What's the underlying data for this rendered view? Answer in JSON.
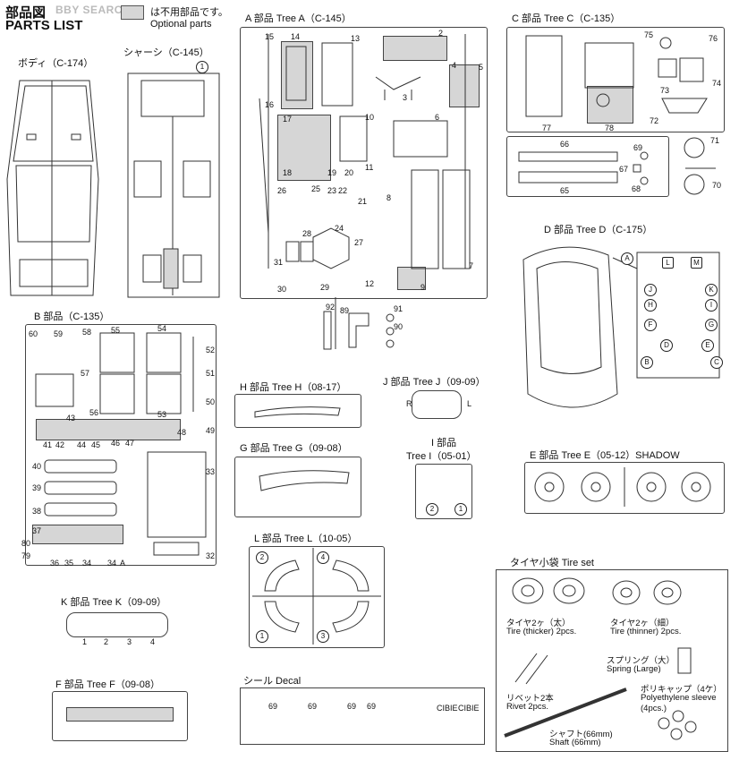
{
  "header": {
    "title_jp": "部品図",
    "title_en": "PARTS LIST",
    "watermark": "BBY SEARCH",
    "legend_jp": "は不用部品です。",
    "legend_en": "Optional parts"
  },
  "sections": {
    "body": "ボディ（C-174）",
    "chassis": "シャーシ（C-145）",
    "tree_a": "A 部品 Tree A（C-145）",
    "tree_c": "C 部品 Tree C（C-135）",
    "tree_d": "D 部品 Tree D（C-175）",
    "tree_b": "B 部品（C-135）",
    "tree_h": "H 部品 Tree H（08-17）",
    "tree_j": "J 部品 Tree J（09-09）",
    "tree_i_1": "I 部品",
    "tree_i_2": "Tree I（05-01）",
    "tree_g": "G 部品 Tree G（09-08）",
    "tree_e": "E 部品 Tree E（05-12）SHADOW",
    "tree_l": "L 部品 Tree L（10-05）",
    "tree_k": "K 部品 Tree K（09-09）",
    "tree_f": "F 部品 Tree F（09-08）",
    "decal": "シール Decal",
    "tire_set": "タイヤ小袋 Tire set"
  },
  "tire_set": {
    "thick_jp": "タイヤ2ヶ（太）",
    "thick_en": "Tire (thicker) 2pcs.",
    "thin_jp": "タイヤ2ヶ（細）",
    "thin_en": "Tire (thinner) 2pcs.",
    "spring_jp": "スプリング（大）",
    "spring_en": "Spring (Large)",
    "rivet_jp": "リベット2本",
    "rivet_en": "Rivet 2pcs.",
    "poly_jp": "ポリキャップ（4ケ）",
    "poly_en": "Polyethylene sleeve",
    "poly_qty": "(4pcs.)",
    "shaft_jp": "シャフト(66mm)",
    "shaft_en": "Shaft (66mm)"
  },
  "labels": {
    "chassis_1": "1",
    "a": [
      "15",
      "14",
      "13",
      "2",
      "16",
      "4",
      "5",
      "3",
      "17",
      "10",
      "6",
      "18",
      "19",
      "20",
      "11",
      "26",
      "25",
      "23",
      "22",
      "21",
      "8",
      "24",
      "28",
      "27",
      "31",
      "7",
      "30",
      "29",
      "12",
      "9",
      "92",
      "89",
      "91",
      "90"
    ],
    "c": [
      "75",
      "76",
      "74",
      "73",
      "72",
      "77",
      "78",
      "66",
      "69",
      "67",
      "68",
      "65",
      "71",
      "70"
    ],
    "d": [
      "A",
      "L",
      "M",
      "J",
      "K",
      "H",
      "I",
      "F",
      "G",
      "D",
      "E",
      "B",
      "C"
    ],
    "b_left": [
      "60",
      "59",
      "58",
      "57",
      "56",
      "55",
      "54",
      "53",
      "52",
      "51",
      "50",
      "49",
      "48",
      "47",
      "46",
      "45",
      "44",
      "43",
      "42",
      "41",
      "40",
      "39",
      "38",
      "37",
      "80",
      "79",
      "36",
      "35",
      "34",
      "34",
      "A",
      "32",
      "33"
    ],
    "j": [
      "R",
      "L"
    ],
    "i": [
      "2",
      "1"
    ],
    "l": [
      "2",
      "4",
      "1",
      "3"
    ],
    "k": [
      "1",
      "2",
      "3",
      "4"
    ],
    "decal": [
      "69",
      "69",
      "69",
      "69",
      "CIBIE",
      "CIBIE"
    ]
  }
}
